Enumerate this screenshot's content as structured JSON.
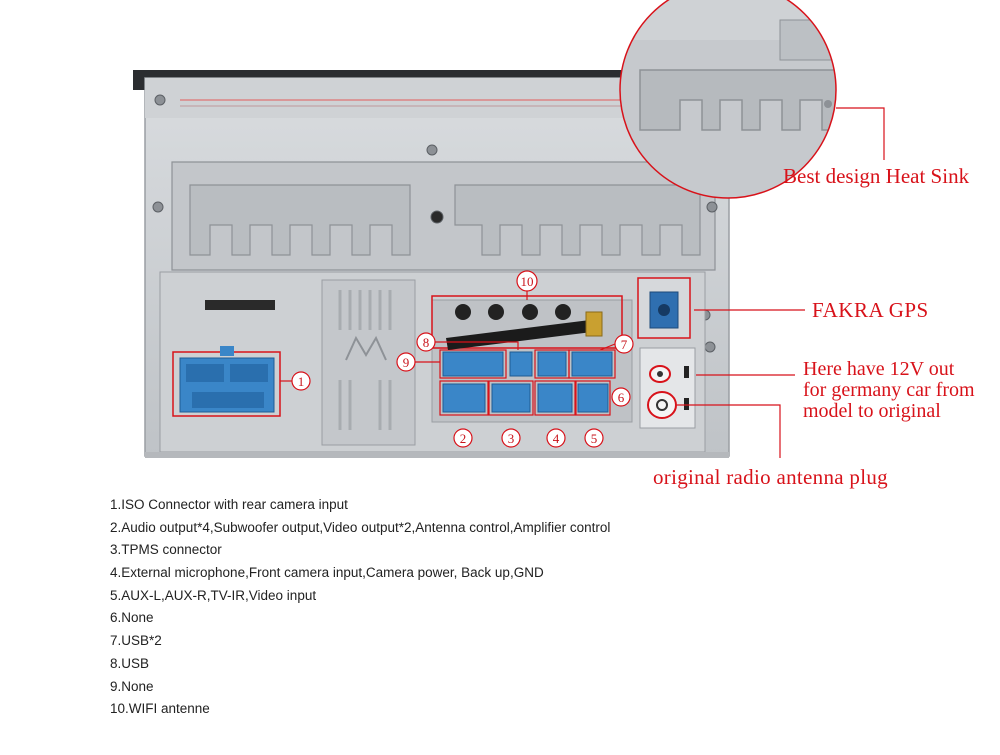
{
  "callouts": {
    "heat_sink": "Best design Heat Sink",
    "fakra_gps": "FAKRA GPS",
    "out_12v": [
      "Here have 12V out",
      "for germany car from",
      "model to original"
    ],
    "radio_antenna": "original radio antenna plug"
  },
  "port_numbers": [
    "1",
    "2",
    "3",
    "4",
    "5",
    "6",
    "7",
    "8",
    "9",
    "10"
  ],
  "legend": [
    "1.ISO Connector with rear camera input",
    "2.Audio output*4,Subwoofer output,Video output*2,Antenna control,Amplifier control",
    "3.TPMS connector",
    "4.External microphone,Front camera input,Camera power, Back up,GND",
    "5.AUX-L,AUX-R,TV-IR,Video input",
    "6.None",
    "7.USB*2",
    "8.USB",
    "9.None",
    "10.WIFI antenne"
  ],
  "colors": {
    "callout_red": "#d8121a",
    "chassis": "#c9ccd0",
    "connector_blue": "#3a86c8",
    "fakra_blue": "#2f6fb0"
  }
}
